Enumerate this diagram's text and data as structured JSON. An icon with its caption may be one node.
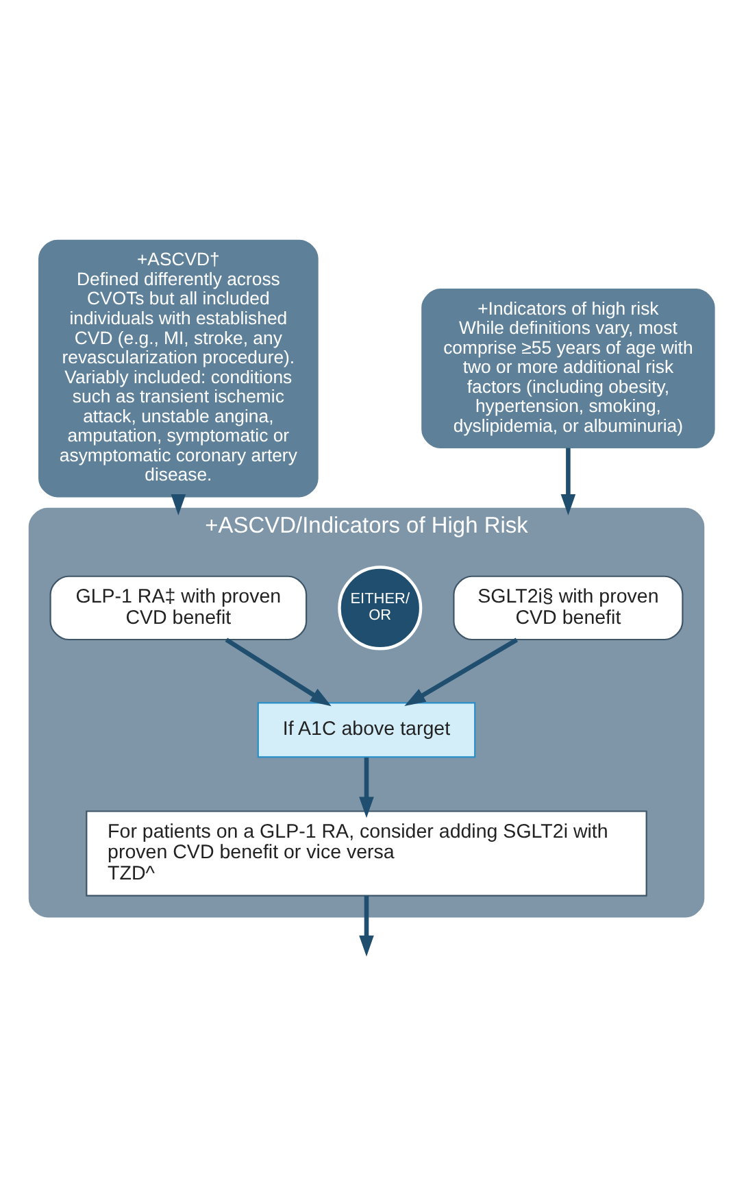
{
  "diagram": {
    "nodes": [
      {
        "text": [
          "+ASCVD†",
          "Defined differently across CVOTs but all included individuals with established CVD (e.g., MI, stroke, any revascularization procedure). Variably included: conditions such as transient ischemic attack, unstable angina, amputation, symptomatic or asymptomatic coronary artery disease."
        ]
      },
      {
        "text": [
          "+Indicators of high risk",
          "While definitions vary, most comprise ≥55 years of age with two or more additional risk factors (including obesity, hypertension, smoking, dyslipidemia, or albuminuria)"
        ]
      },
      {
        "text": [
          "+ASCVD/Indicators of High Risk"
        ]
      },
      {
        "text": [
          "GLP-1 RA‡ with proven CVD benefit"
        ],
        "in": 2
      },
      {
        "text": [
          "EITHER/ OR"
        ],
        "in": 2
      },
      {
        "text": [
          "SGLT2i§ with proven CVD benefit"
        ],
        "in": 2
      },
      {
        "text": [
          "If A1C above target"
        ],
        "in": 2
      },
      {
        "text": [
          "For patients on a GLP-1 RA, consider adding SGLT2i with proven CVD benefit or vice versa",
          "TZD^"
        ],
        "in": 2
      }
    ],
    "edges": [
      {
        "from": 0,
        "to": 2,
        "arrow": "to"
      },
      {
        "from": 1,
        "to": 2,
        "arrow": "to"
      },
      {
        "from": 3,
        "to": 6,
        "arrow": "to"
      },
      {
        "from": 5,
        "to": 6,
        "arrow": "to"
      },
      {
        "from": 6,
        "to": 7,
        "arrow": "to"
      },
      {
        "from": 7,
        "to": null,
        "arrow": "to"
      }
    ]
  }
}
